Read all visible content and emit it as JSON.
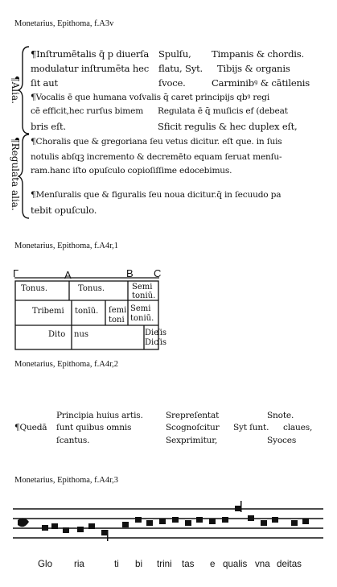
{
  "captions": {
    "c1": "Monetarius, Epithoma, f.A3v",
    "c2": "Monetarius, Epithoma, f.A4r,1",
    "c3": "Monetarius, Epithoma, f.A4r,2",
    "c4": "Monetarius, Epithoma, f.A4r,3"
  },
  "block1": {
    "side_alia": "¶Alia.",
    "side_regulata": "¶Regulata alia.",
    "l1a": "¶Inſtrumētalis q̄ p diuerſa",
    "l1b": "Spulſu,",
    "l1c": "Timpanis & chordis.",
    "l2a": "modulatur inſtrumēta hec",
    "l2b": "flatu, Syt.",
    "l2c": "Tibijs & organis",
    "l3a": "ſit aut",
    "l3b": "ſvoce.",
    "l3c": "Carminibꝰ & cātilenis",
    "l4": "¶Vocalis ē que humana voſvalis q̄ caret principijs qbꝰ regi",
    "l5": "cē efficit,hec rurſus bimem",
    "l5b": "Regulata ē q̄ muſicis ef (debeat",
    "l6a": "bris eſt.",
    "l6b": "Sficit regulis & hec duplex eſt,",
    "l7": "¶Choralis que & gregoriana ſeu vetus dicitur. eſt que. in ſuis",
    "l8": "notulis abſqꝫ incremento & decremēto equam ſeruat menſu-",
    "l9": "ram.hanc iſto opuſculo copioſiſſime edocebimus.",
    "l10": "¶Menſuralis que & figuralis ſeu noua dicitur.q̄ in ſecuudo pa",
    "l11": "tebit opuſculo."
  },
  "table": {
    "letters": [
      "Γ",
      "A",
      "B",
      "C"
    ],
    "r1": [
      "Tonus.",
      "Tonus.",
      "Semi",
      "toniū."
    ],
    "r2": [
      "Tribemi",
      "tonīū.",
      "ſemi",
      "toni",
      "Semi",
      "toniū."
    ],
    "r3": [
      "Dito",
      "nus",
      "Die",
      "ſis",
      "Dic",
      "ſis"
    ]
  },
  "block3": {
    "a1": "Principia huius artis.",
    "a2": "ſunt quibus omnis",
    "a3": "ſcantus.",
    "prefix": "¶Quedā",
    "b1": "Srepreſentat",
    "b2": "Scognoſcitur",
    "b3": "Sexprimitur,",
    "vt": "Syt ſunt.",
    "c1": "Snote.",
    "c2": "claues,",
    "c3": "Syoces"
  },
  "lyrics": [
    "Glo",
    "ria",
    "ti",
    "bi",
    "trini",
    "tas",
    "e",
    "qualis",
    "vna",
    "deitas"
  ]
}
